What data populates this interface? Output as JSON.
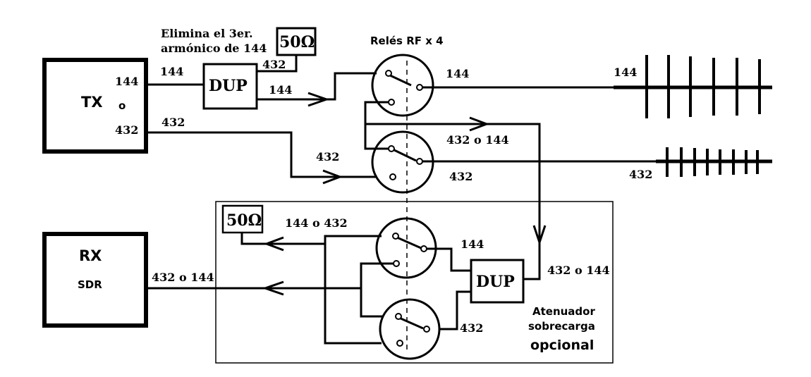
{
  "tx": {
    "title": "TX",
    "port_144": "144",
    "or": "o",
    "port_432": "432"
  },
  "rx": {
    "title": "RX",
    "subtitle": "SDR"
  },
  "harmonic_note": {
    "line1": "Elimina el 3er.",
    "line2": "armónico de 144"
  },
  "dup_labels": {
    "top": "DUP",
    "bottom": "DUP"
  },
  "load_labels": {
    "top": "50Ω",
    "bottom": "50Ω"
  },
  "relays_title": "Relés RF x 4",
  "wire_labels": {
    "tx_144": "144",
    "tx_432": "432",
    "dup_out_432": "432",
    "dup_out_144": "144",
    "relay1_out_144": "144",
    "relay2_in_432": "432",
    "relay2_out_432": "432",
    "common_432_o_144": "432 o 144",
    "ant_144": "144",
    "ant_432": "432",
    "rx_top_144_o_432": "144 o 432",
    "relay3_out_144": "144",
    "relay4_out_432": "432",
    "dup_common_432_o_144": "432 o 144",
    "rx_in_432_o_144": "432 o 144"
  },
  "attenuator": {
    "line1": "Atenuador",
    "line2": "sobrecarga",
    "line3": "opcional"
  }
}
